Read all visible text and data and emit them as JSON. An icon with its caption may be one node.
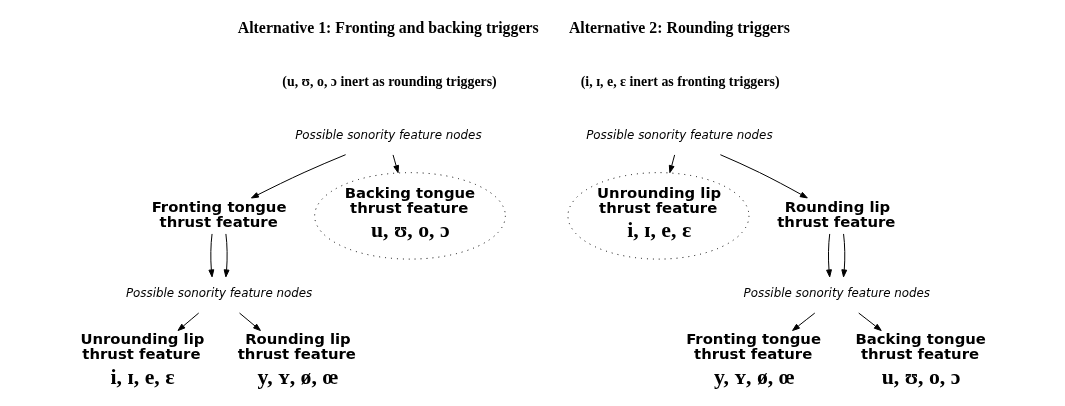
{
  "diagram": {
    "nodes": [
      {
        "text": [
          "Possible sonority feature nodes"
        ]
      },
      {
        "text": [
          "Fronting tongue thrust feature"
        ]
      },
      {
        "text": [
          "Backing tongue thrust feature",
          "u, ʊ, o, ɔ"
        ]
      },
      {
        "text": [
          "Possible sonority feature nodes"
        ]
      },
      {
        "text": [
          "Unrounding lip thrust feature",
          "i, ɪ, e, ɛ"
        ]
      },
      {
        "text": [
          "Rounding lip thrust feature",
          "y, ʏ, ø, œ"
        ]
      },
      {
        "text": [
          "Possible sonority feature nodes"
        ]
      },
      {
        "text": [
          "Unrounding lip thrust feature",
          "i, ɪ, e, ɛ"
        ]
      },
      {
        "text": [
          "Rounding lip thrust feature"
        ]
      },
      {
        "text": [
          "Possible sonority feature nodes"
        ]
      },
      {
        "text": [
          "Fronting tongue thrust feature",
          "y, ʏ, ø, œ"
        ]
      },
      {
        "text": [
          "Backing tongue thrust feature",
          "u, ʊ, o, ɔ"
        ]
      }
    ],
    "edges": [
      {
        "from": 0,
        "to": 1,
        "arrow": "to"
      },
      {
        "from": 0,
        "to": 2,
        "arrow": "to"
      },
      {
        "from": 1,
        "to": 3,
        "arrow": "to"
      },
      {
        "from": 1,
        "to": 3,
        "arrow": "to"
      },
      {
        "from": 3,
        "to": 4,
        "arrow": "to"
      },
      {
        "from": 3,
        "to": 5,
        "arrow": "to"
      },
      {
        "from": 6,
        "to": 7,
        "arrow": "to"
      },
      {
        "from": 6,
        "to": 8,
        "arrow": "to"
      },
      {
        "from": 8,
        "to": 9,
        "arrow": "to"
      },
      {
        "from": 8,
        "to": 9,
        "arrow": "to"
      },
      {
        "from": 9,
        "to": 10,
        "arrow": "to"
      },
      {
        "from": 9,
        "to": 11,
        "arrow": "to"
      }
    ],
    "labels": [
      "Alternative 1: Fronting and backing triggers",
      "(u, ʊ, o, ɔ inert as rounding triggers)",
      "Alternative 2: Rounding triggers",
      "(i, ɪ, e, ɛ inert as fronting triggers)"
    ]
  }
}
